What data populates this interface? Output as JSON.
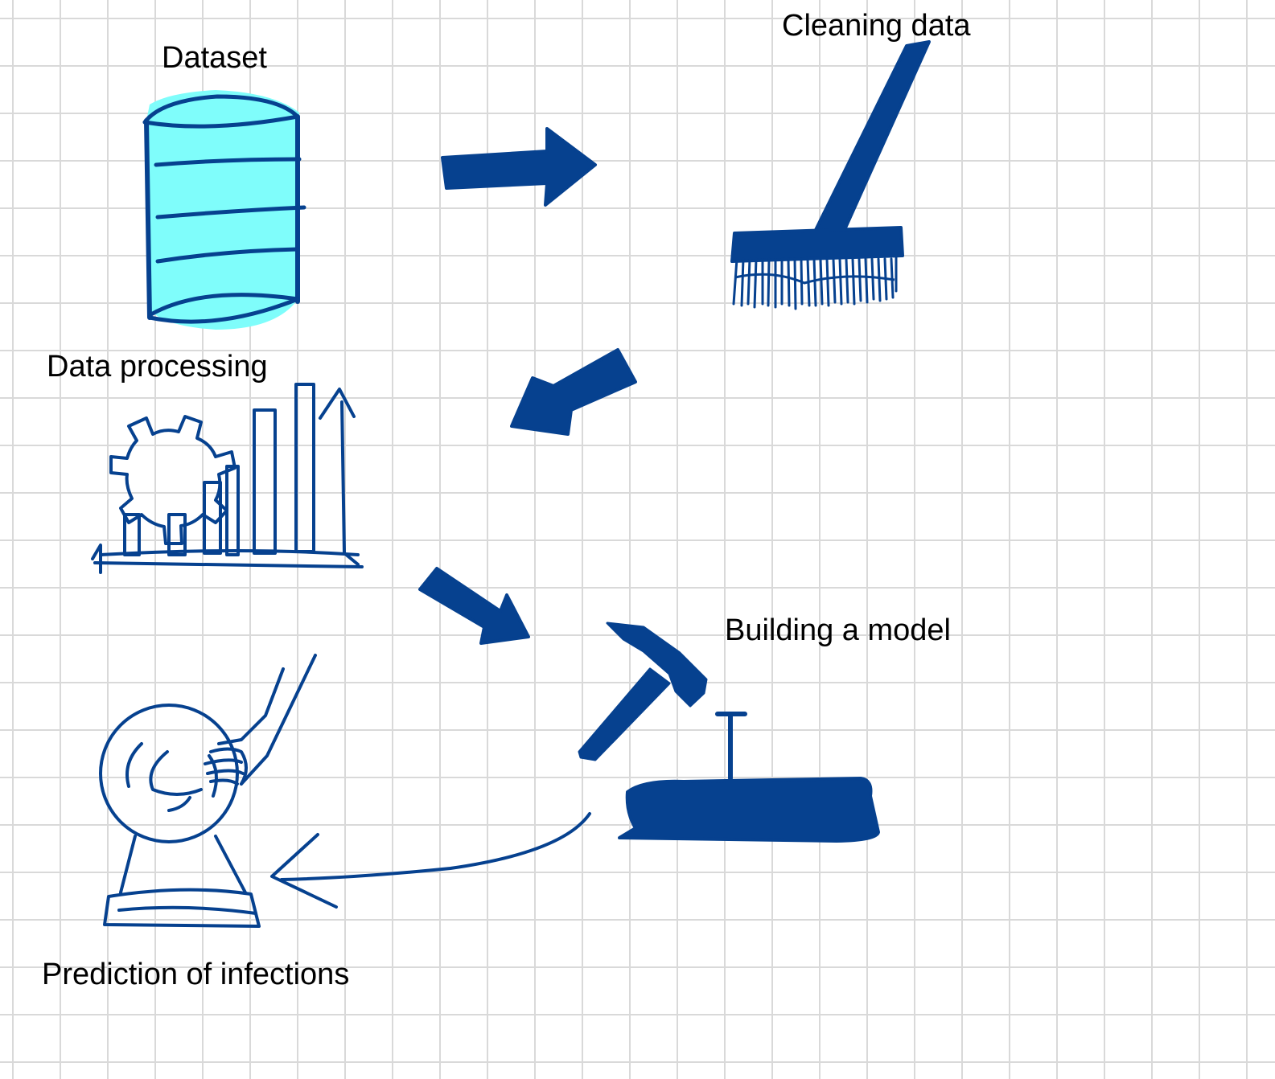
{
  "diagram": {
    "stages": [
      {
        "id": "dataset",
        "label": "Dataset",
        "icon": "database-icon"
      },
      {
        "id": "cleaning",
        "label": "Cleaning data",
        "icon": "broom-icon"
      },
      {
        "id": "processing",
        "label": "Data processing",
        "icon": "gear-chart-icon"
      },
      {
        "id": "model",
        "label": "Building a model",
        "icon": "hammer-anvil-icon"
      },
      {
        "id": "prediction",
        "label": "Prediction of infections",
        "icon": "crystal-ball-icon"
      }
    ],
    "flow": [
      "dataset",
      "cleaning",
      "processing",
      "model",
      "prediction"
    ]
  },
  "colors": {
    "ink": "#06418f",
    "database_fill": "#7ffdfb",
    "grid": "#d9d9d9",
    "text": "#000000"
  }
}
